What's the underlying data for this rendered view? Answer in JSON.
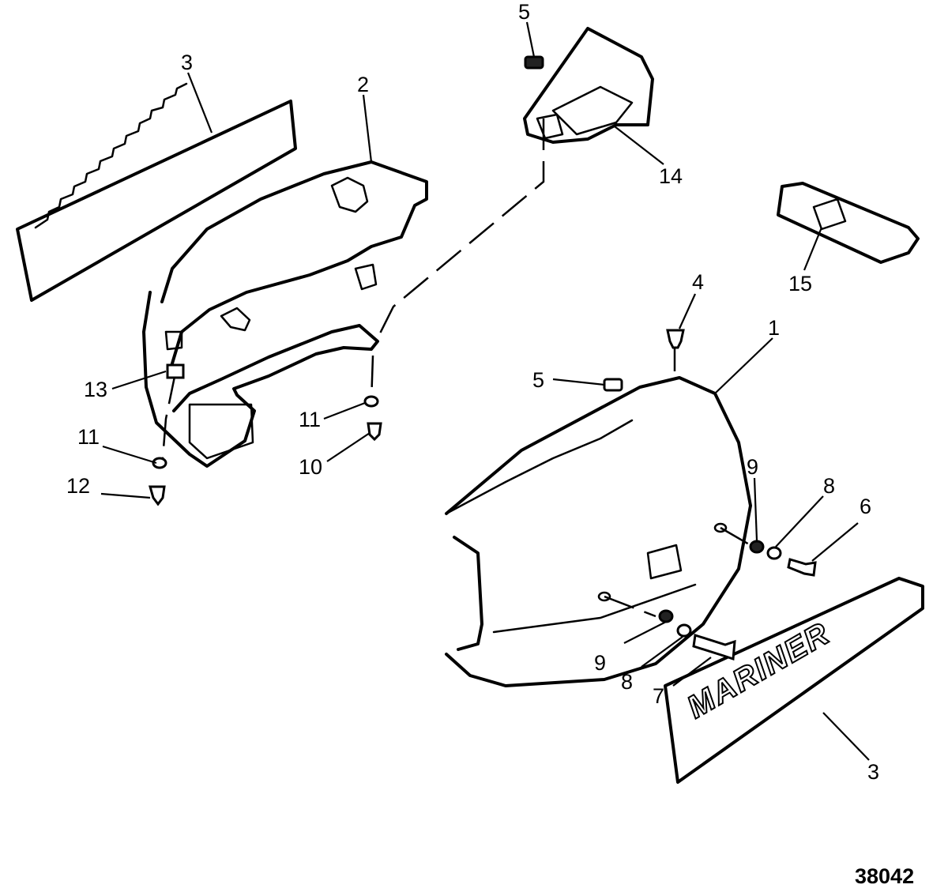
{
  "callouts": {
    "c3_top": "3",
    "c2": "2",
    "c5_top": "5",
    "c14": "14",
    "c15": "15",
    "c4": "4",
    "c1": "1",
    "c5_mid": "5",
    "c13": "13",
    "c11_left": "11",
    "c12": "12",
    "c11_mid": "11",
    "c10": "10",
    "c9_upper": "9",
    "c8_upper": "8",
    "c6": "6",
    "c9_lower": "9",
    "c8_lower": "8",
    "c7": "7",
    "c3_bottom": "3"
  },
  "decal_text": "MARINER",
  "figure_number": "38042"
}
